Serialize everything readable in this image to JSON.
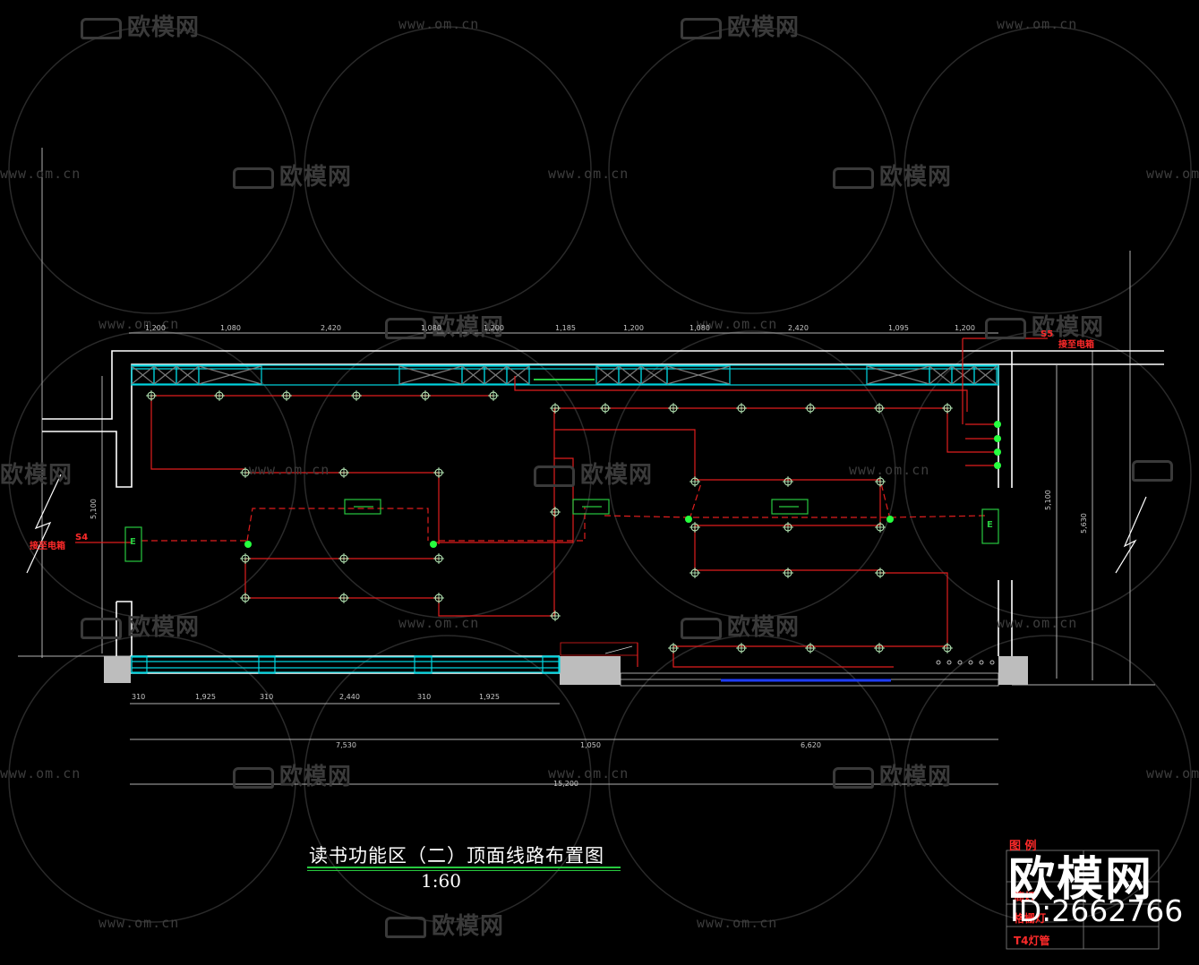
{
  "drawing": {
    "title": "读书功能区（二）顶面线路布置图",
    "scale": "1:60",
    "brand": "欧模网",
    "id_label": "ID:2662766"
  },
  "watermark": {
    "logo_text": "欧模网",
    "url": "www.om.cn"
  },
  "dimensions_top": [
    "1,200",
    "1,080",
    "2,420",
    "1,080",
    "1,200",
    "1,185",
    "1,200",
    "1,080",
    "2,420",
    "1,095",
    "1,200"
  ],
  "dimensions_bottom_1": [
    "310",
    "1,925",
    "310",
    "2,440",
    "310",
    "1,925"
  ],
  "dimensions_bottom_2": [
    "7,530",
    "1,050",
    "6,620"
  ],
  "dimension_total": "15,200",
  "dimensions_right": [
    "5,100",
    "5,630"
  ],
  "dimension_left": "5,100",
  "labels": {
    "left_panel": "接至电箱",
    "left_code": "S4",
    "right_panel": "接至电箱",
    "right_code": "S5",
    "panel_letter": "E"
  },
  "legend": {
    "title": "图 例",
    "items": [
      "筒灯",
      "格栅灯",
      "T4灯管"
    ]
  },
  "colors": {
    "wall": "#ffffff",
    "window": "#00d5e0",
    "wire": "#e01e1e",
    "fixture": "#c8ffc8",
    "accent_green": "#27c93f",
    "watermark": "#3a3a3a"
  }
}
